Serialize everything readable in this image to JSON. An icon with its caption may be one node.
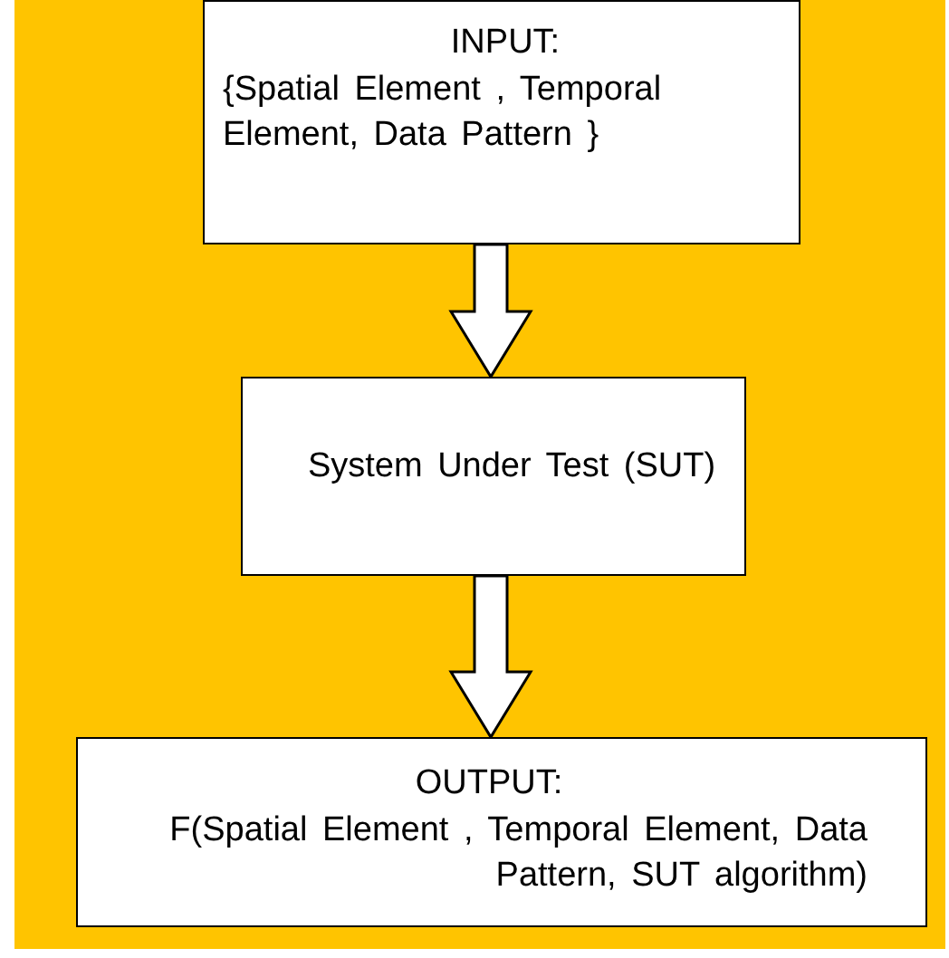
{
  "diagram": {
    "nodes": [
      {
        "text": [
          "INPUT:",
          "{Spatial Element , Temporal Element, Data Pattern }"
        ]
      },
      {
        "text": [
          "System Under Test (SUT)"
        ]
      },
      {
        "text": [
          "OUTPUT:",
          "F(Spatial Element , Temporal Element, Data Pattern, SUT algorithm)"
        ]
      }
    ],
    "edges": [
      {
        "from": 0,
        "to": 1,
        "arrow": "to"
      },
      {
        "from": 1,
        "to": 2,
        "arrow": "to"
      }
    ]
  }
}
